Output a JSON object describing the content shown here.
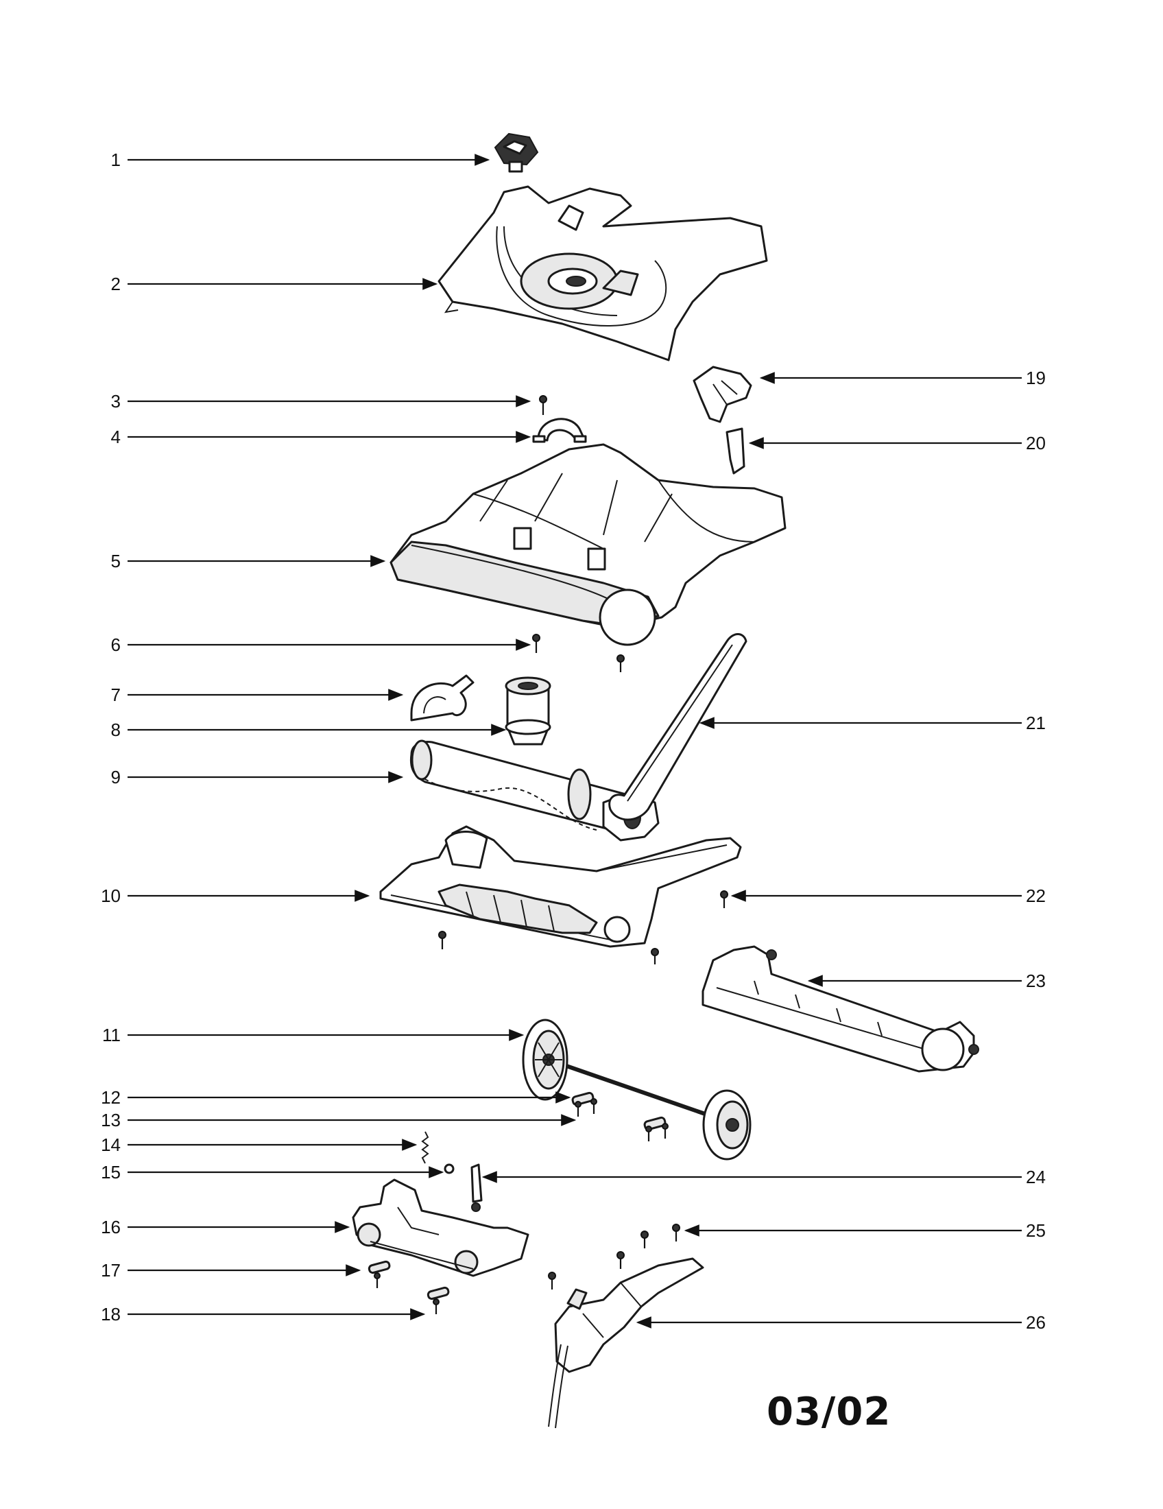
{
  "diagram": {
    "labels": [
      "1",
      "2",
      "3",
      "4",
      "5",
      "6",
      "7",
      "8",
      "9",
      "10",
      "11",
      "12",
      "13",
      "14",
      "15",
      "16",
      "17",
      "18",
      "19",
      "20",
      "21",
      "22",
      "23",
      "24",
      "25",
      "26"
    ],
    "revision_code": "03/02"
  }
}
